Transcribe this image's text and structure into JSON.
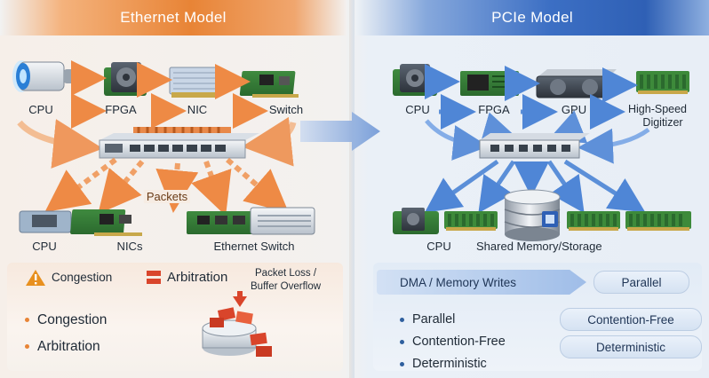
{
  "header": {
    "left_title": "Ethernet Model",
    "right_title": "PCIe Model"
  },
  "ethernet": {
    "top_row": [
      "CPU",
      "FPGA",
      "NIC",
      "Switch"
    ],
    "packets_label": "Packets",
    "bottom_row": [
      "CPU",
      "NICs",
      "Ethernet Switch"
    ],
    "issues": {
      "congestion": "Congestion",
      "arbitration": "Arbitration",
      "packet_loss_line1": "Packet Loss /",
      "packet_loss_line2": "Buffer Overflow"
    },
    "bullets": [
      "Congestion",
      "Arbitration"
    ]
  },
  "pcie": {
    "top_row": [
      "CPU",
      "FPGA",
      "GPU"
    ],
    "digitizer_line1": "High-Speed",
    "digitizer_line2": "Digitizer",
    "bottom_labels": [
      "CPU",
      "Shared Memory/Storage"
    ],
    "dma_label": "DMA / Memory Writes",
    "parallel_pill": "Parallel",
    "bullets": [
      "Parallel",
      "Contention-Free",
      "Deterministic"
    ],
    "pills": [
      "Contention-Free",
      "Deterministic"
    ]
  },
  "colors": {
    "ethernet_accent": "#e88436",
    "pcie_accent": "#2f60b5",
    "warning": "#e8901f",
    "arbitration_red": "#d9452b"
  }
}
